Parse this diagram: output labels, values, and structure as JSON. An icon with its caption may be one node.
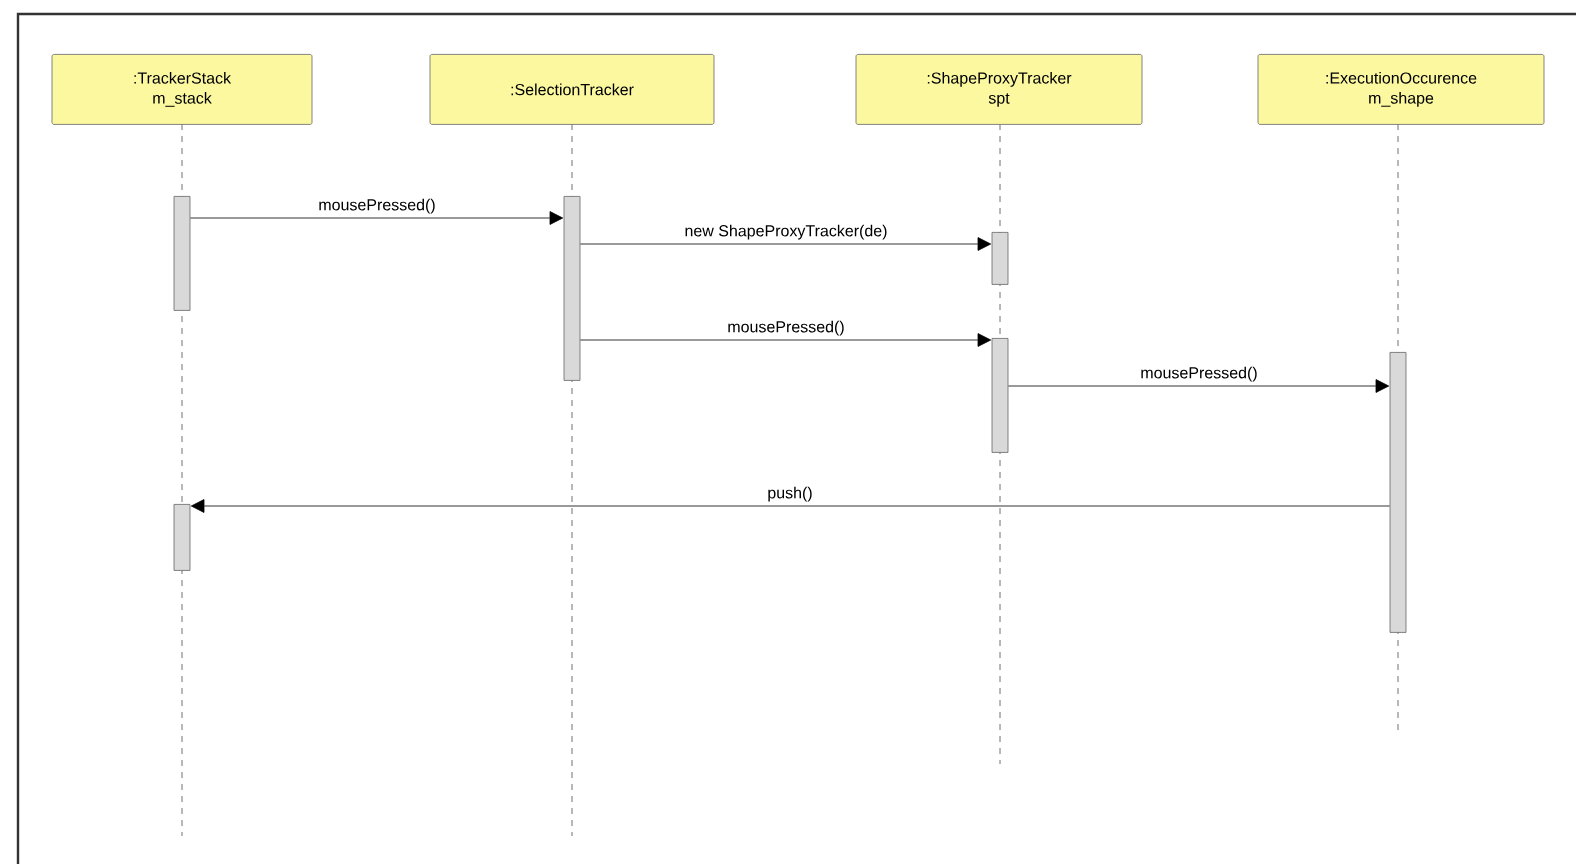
{
  "diagram": {
    "nodes": [
      {
        "text": [
          ":TrackerStack",
          "m_stack"
        ]
      },
      {
        "text": [
          ":SelectionTracker"
        ]
      },
      {
        "text": [
          ":ShapeProxyTracker",
          "spt"
        ]
      },
      {
        "text": [
          ":ExecutionOccurence",
          "m_shape"
        ]
      },
      {
        "text": [],
        "shape": "bar"
      },
      {
        "text": [],
        "shape": "bar"
      },
      {
        "text": [],
        "shape": "bar"
      },
      {
        "text": [],
        "shape": "bar"
      },
      {
        "text": [],
        "shape": "bar"
      },
      {
        "text": [],
        "shape": "bar"
      }
    ],
    "edges": [
      {
        "from": 4,
        "to": 5,
        "arrow": "to",
        "label": "mousePressed()"
      },
      {
        "from": 5,
        "to": 6,
        "arrow": "to",
        "label": "new ShapeProxyTracker(de)"
      },
      {
        "from": 5,
        "to": 7,
        "arrow": "to",
        "label": "mousePressed()"
      },
      {
        "from": 7,
        "to": 8,
        "arrow": "to",
        "label": "mousePressed()"
      },
      {
        "from": 8,
        "to": 9,
        "arrow": "to",
        "label": "push()"
      }
    ]
  }
}
